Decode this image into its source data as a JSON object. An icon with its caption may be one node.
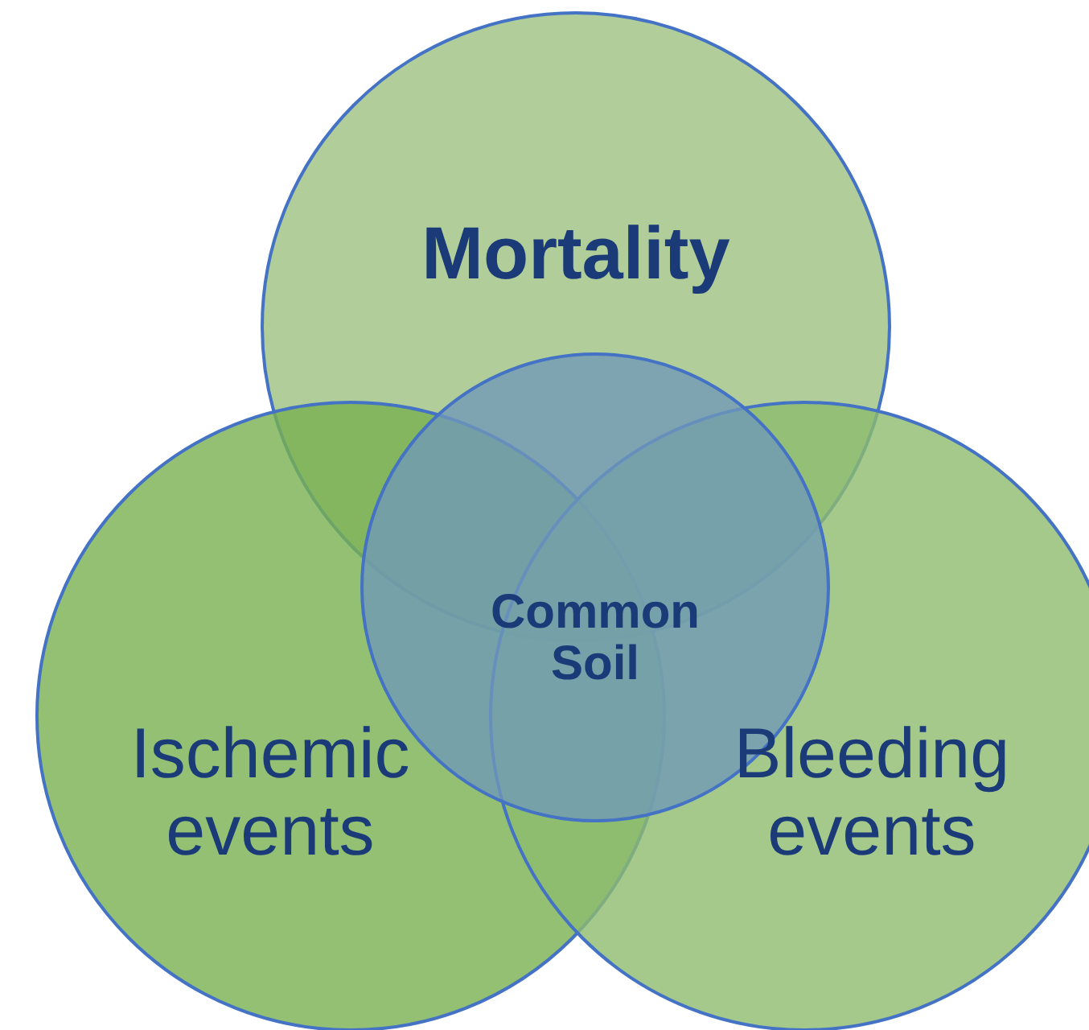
{
  "diagram": {
    "nodes": [
      {
        "text": [
          "Mortality"
        ]
      },
      {
        "text": [
          "Ischemic events"
        ]
      },
      {
        "text": [
          "Bleeding events"
        ]
      },
      {
        "text": [
          "Common Soil"
        ]
      }
    ]
  }
}
